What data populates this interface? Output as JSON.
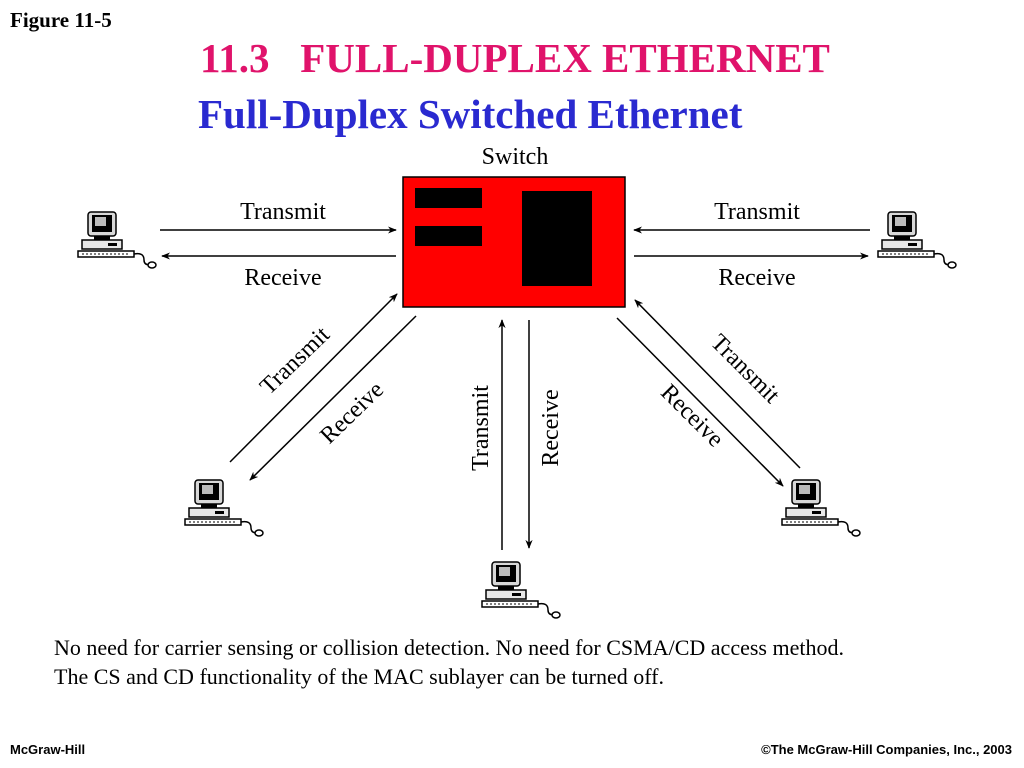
{
  "figure_label": "Figure 11-5",
  "title": "11.3   FULL-DUPLEX ETHERNET",
  "subtitle": "Full-Duplex Switched Ethernet",
  "colors": {
    "title": "#e0136b",
    "subtitle": "#2a2ad0",
    "switch_fill": "#ff0000",
    "switch_slots": "#000000"
  },
  "diagram": {
    "switch_label": "Switch",
    "links": [
      {
        "id": "left",
        "transmit": "Transmit",
        "receive": "Receive"
      },
      {
        "id": "right",
        "transmit": "Transmit",
        "receive": "Receive"
      },
      {
        "id": "lower-left",
        "transmit": "Transmit",
        "receive": "Receive"
      },
      {
        "id": "bottom",
        "transmit": "Transmit",
        "receive": "Receive"
      },
      {
        "id": "lower-right",
        "transmit": "Transmit",
        "receive": "Receive"
      }
    ],
    "stations": [
      "computer-icon",
      "computer-icon",
      "computer-icon",
      "computer-icon",
      "computer-icon"
    ]
  },
  "description": [
    "No need for carrier sensing or collision detection. No need for CSMA/CD access method.",
    "The CS and CD functionality of the MAC sublayer can be turned off."
  ],
  "footer": {
    "left": "McGraw-Hill",
    "right": "©The McGraw-Hill Companies, Inc., 2003"
  }
}
